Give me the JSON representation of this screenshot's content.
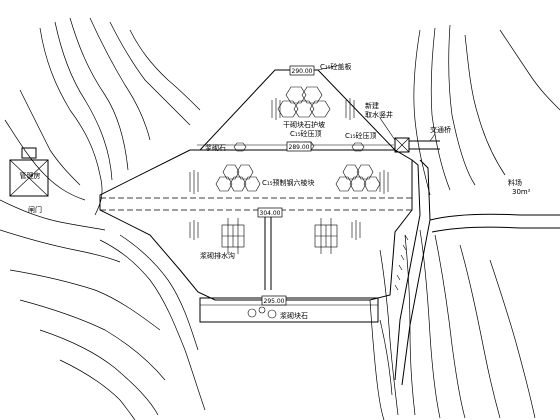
{
  "labels": {
    "crest_elev": "290.00",
    "top_c15": "C₁₅砼盖板",
    "hex_top": "干砌块石护坡",
    "inlet_well": "新建",
    "inlet_well2": "取水竖井",
    "bridge": "交通桥",
    "berm_c15": "C₁₅砼压顶",
    "berm_elev": "289.00",
    "berm_left": "浆砌石",
    "berm_mid": "C₁₅砼压顶",
    "main_c15": "C₁₅预制钢六棱块",
    "axis_elev": "304.00",
    "right_note": "料场",
    "right_note2": "30m²",
    "lower_left": "浆砌排水沟",
    "toe_elev": "295.00",
    "toe_label": "浆砌块石",
    "left_door": "闸门",
    "left_house": "管理房"
  }
}
